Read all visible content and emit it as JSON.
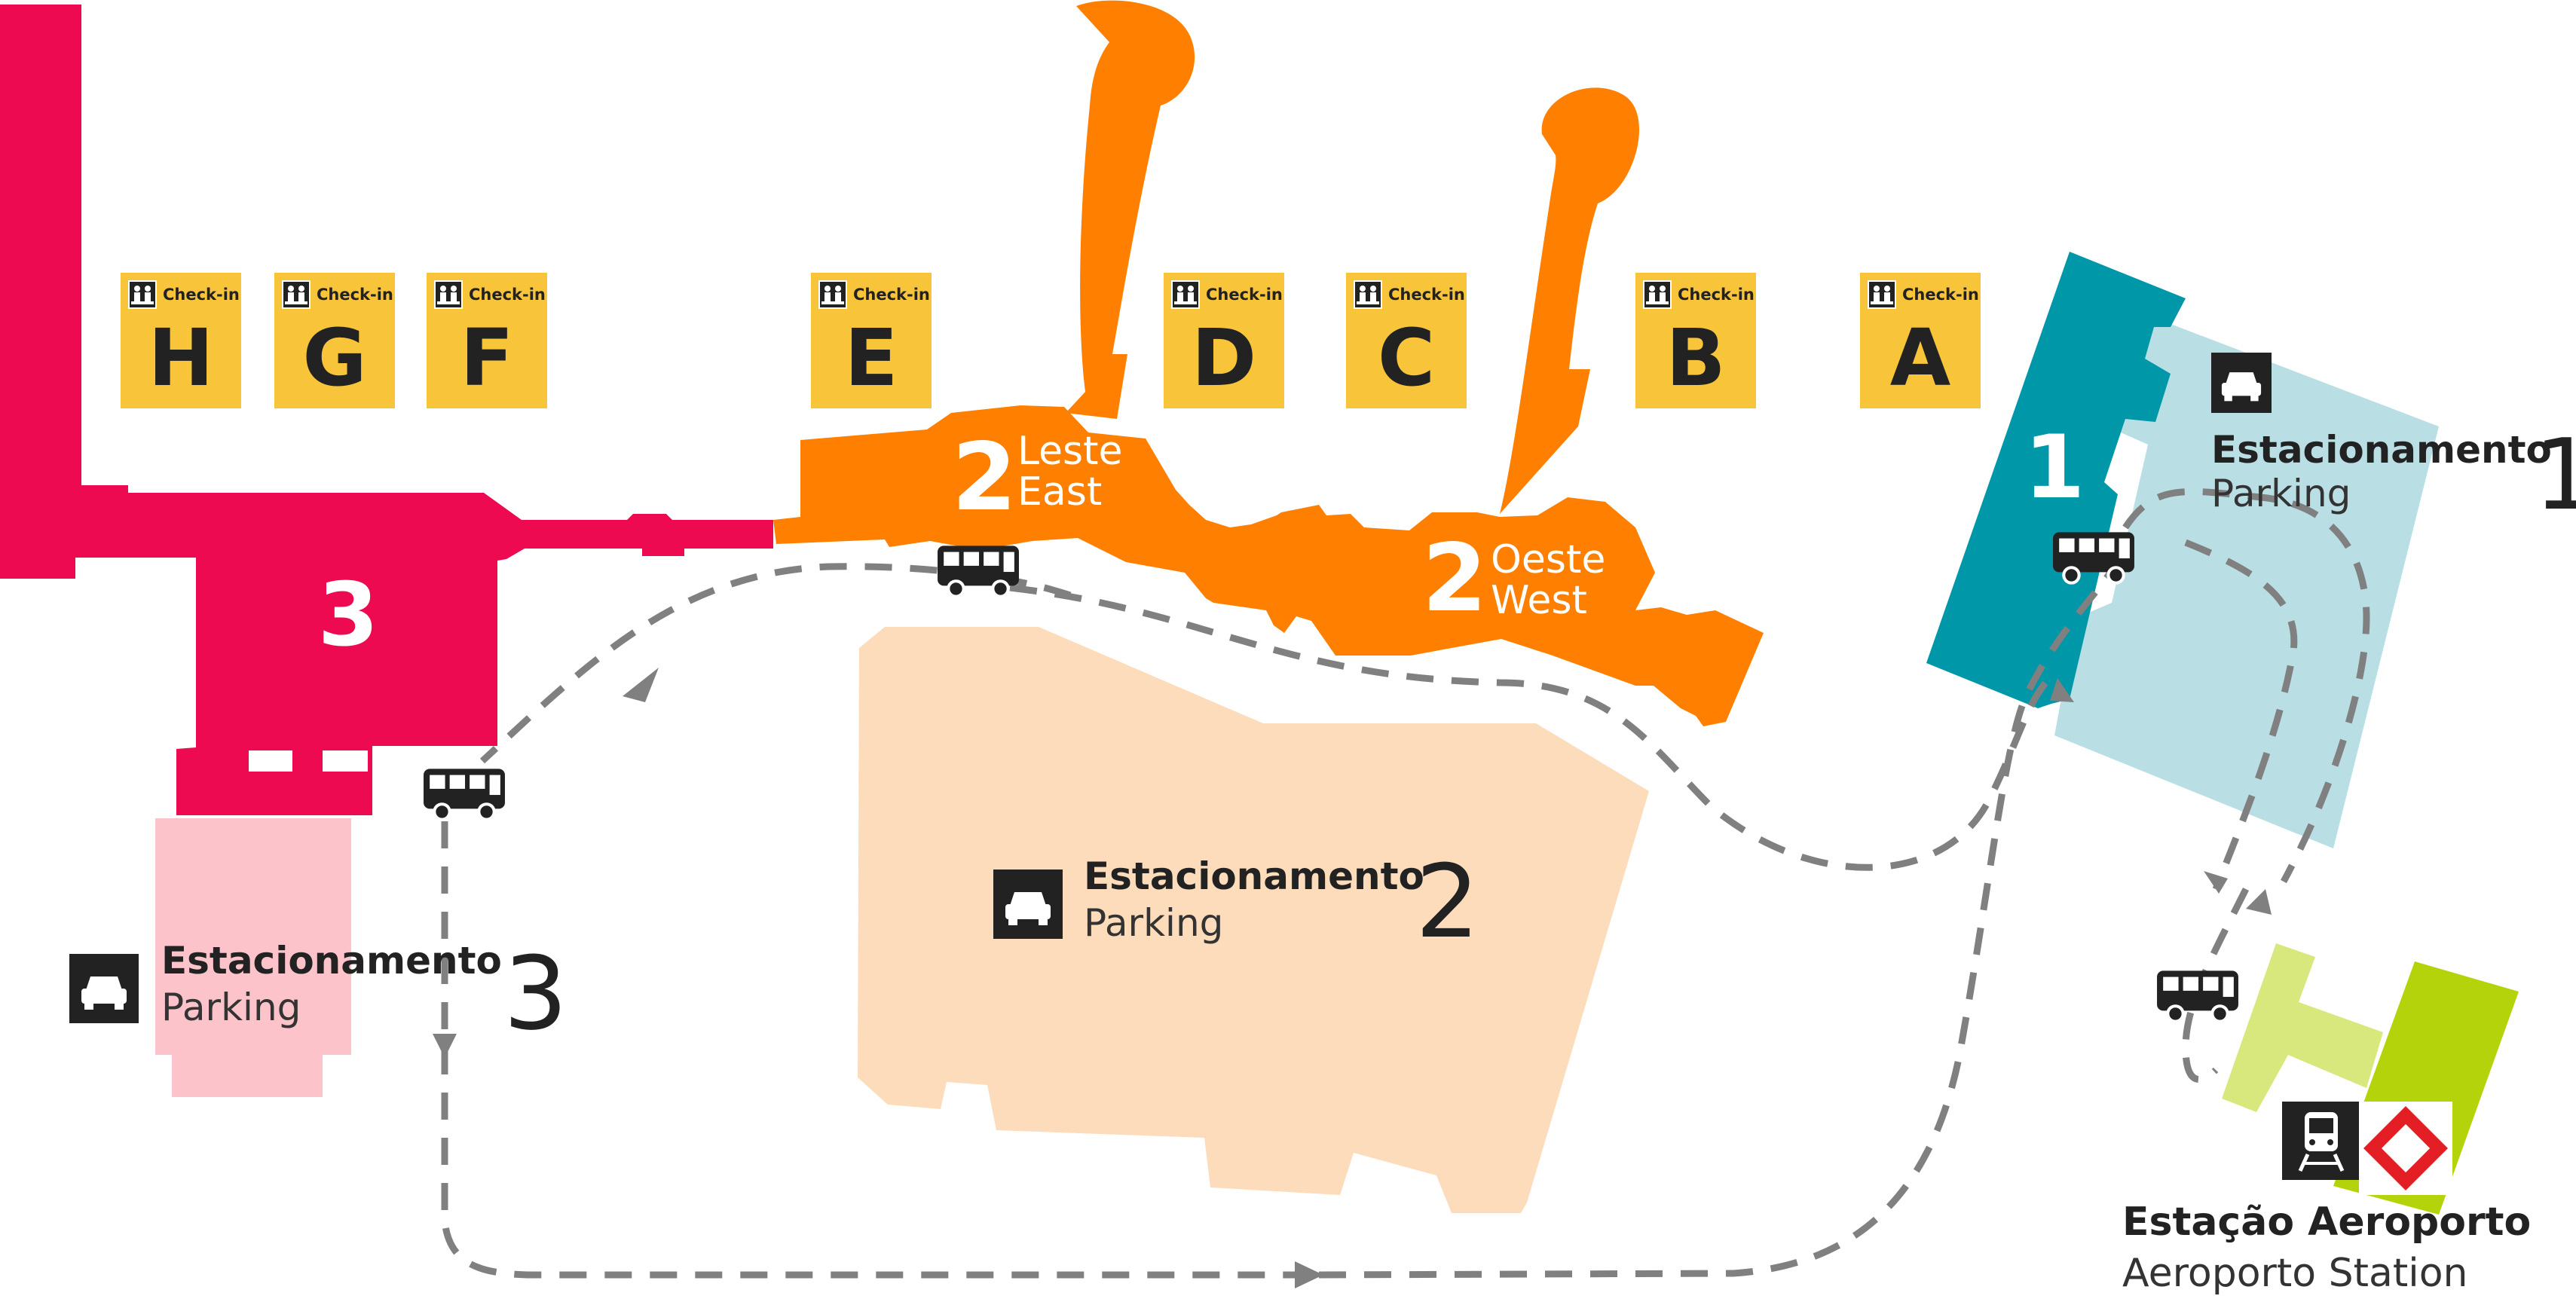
{
  "terminals": {
    "t1": {
      "label": "1",
      "color": "#0097a9"
    },
    "t2_east": {
      "num": "2",
      "name": "Leste",
      "name_en": "East",
      "color": "#ff8000"
    },
    "t2_west": {
      "num": "2",
      "name": "Oeste",
      "name_en": "West",
      "color": "#ff8000"
    },
    "t3": {
      "label": "3",
      "color": "#ee0a50"
    }
  },
  "checkin": {
    "label": "Check-in",
    "color": "#f8c43a",
    "gates": [
      "H",
      "G",
      "F",
      "E",
      "D",
      "C",
      "B",
      "A"
    ]
  },
  "parking": {
    "p1": {
      "title": "Estacionamento",
      "subtitle": "Parking",
      "number": "1",
      "color": "#b9dfe5"
    },
    "p2": {
      "title": "Estacionamento",
      "subtitle": "Parking",
      "number": "2",
      "color": "#fddcbb"
    },
    "p3": {
      "title": "Estacionamento",
      "subtitle": "Parking",
      "number": "3",
      "color": "#fcc4ca"
    }
  },
  "station": {
    "title": "Estação Aeroporto",
    "subtitle": "Aeroporto Station",
    "color_platform": "#d9e87c",
    "color_building": "#b5d30b"
  },
  "icons": {
    "bus": "bus-icon",
    "car": "car-icon",
    "train": "train-icon",
    "checkin": "checkin-icon",
    "metro_logo": "cptm-logo-icon"
  },
  "route": {
    "color": "#808080",
    "style": "dashed"
  }
}
